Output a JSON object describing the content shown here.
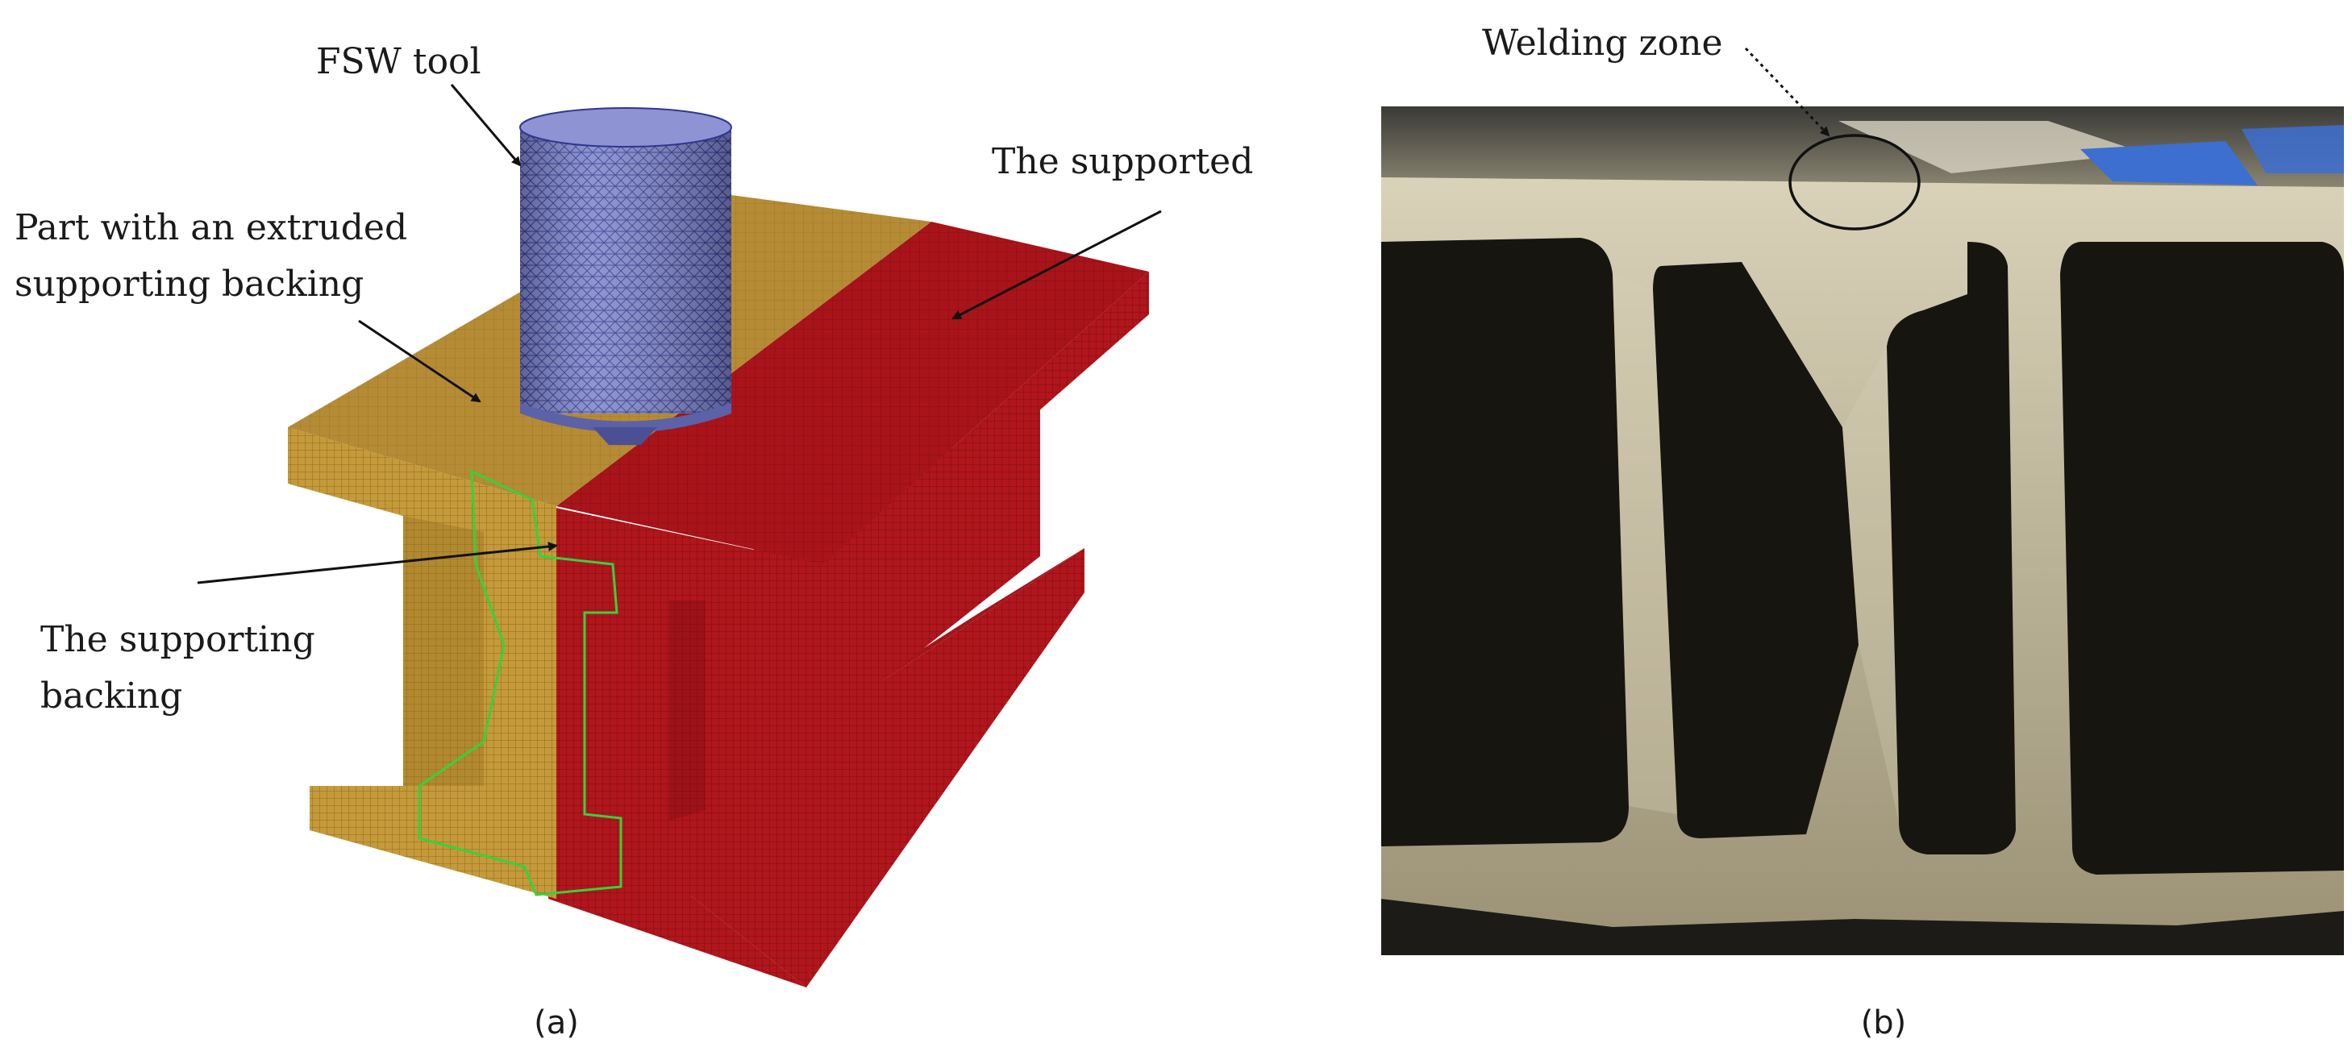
{
  "panel_a": {
    "labels": {
      "fsw_tool": "FSW tool",
      "the_supported": "The supported",
      "part_line1": "Part with an extruded",
      "part_line2": "supporting backing",
      "backing_line1": "The supporting",
      "backing_line2": "backing"
    },
    "caption": "(a)",
    "colors": {
      "part": "#c59a3a",
      "part_dark": "#8f6b1f",
      "supported": "#b0161c",
      "supported_dark": "#7c0c12",
      "tool": "#7b82c8",
      "outline": "#37d13c"
    }
  },
  "panel_b": {
    "labels": {
      "welding_zone": "Welding zone"
    },
    "caption": "(b)",
    "colors": {
      "metal": "#b5ac8e",
      "metal_light": "#d6cfb5",
      "cavity": "#17150f",
      "accent_blue": "#3d6fd1"
    }
  }
}
